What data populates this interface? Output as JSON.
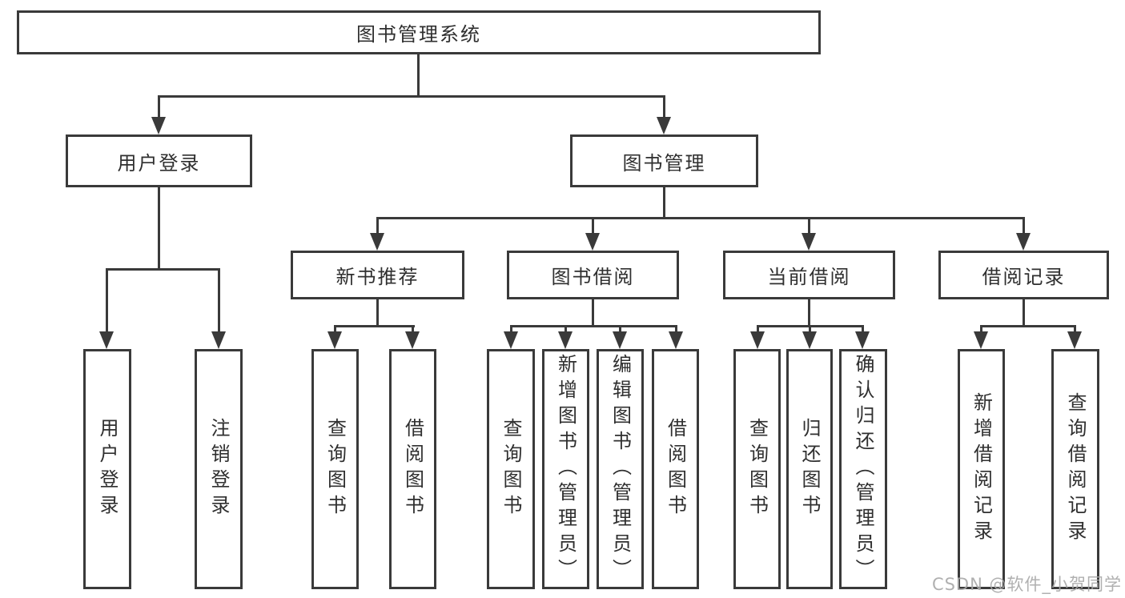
{
  "title": "图书管理系统",
  "watermark": "CSDN @软件_小贺同学",
  "colors": {
    "line": "#3a3a3a",
    "box_background": "#ffffff",
    "text": "#2f2f2f",
    "watermark_text": "#a8a8a8"
  },
  "nodes": {
    "root": "图书管理系统",
    "user_login": "用户登录",
    "book_management": "图书管理",
    "new_book_recommend": "新书推荐",
    "book_borrowing": "图书借阅",
    "current_borrowing": "当前借阅",
    "borrowing_records": "借阅记录",
    "leaf_user_login": "用户登录",
    "leaf_logout": "注销登录",
    "recommend_query_books": "查询图书",
    "recommend_borrow_books": "借阅图书",
    "borrowing_query_books": "查询图书",
    "borrowing_add_books": "新增图书（管理员）",
    "borrowing_edit_books": "编辑图书（管理员）",
    "borrowing_borrow_books": "借阅图书",
    "current_query_books": "查询图书",
    "current_return_books": "归还图书",
    "current_confirm_return": "确认归还（管理员）",
    "records_add_record": "新增借阅记录",
    "records_query_record": "查询借阅记录"
  }
}
